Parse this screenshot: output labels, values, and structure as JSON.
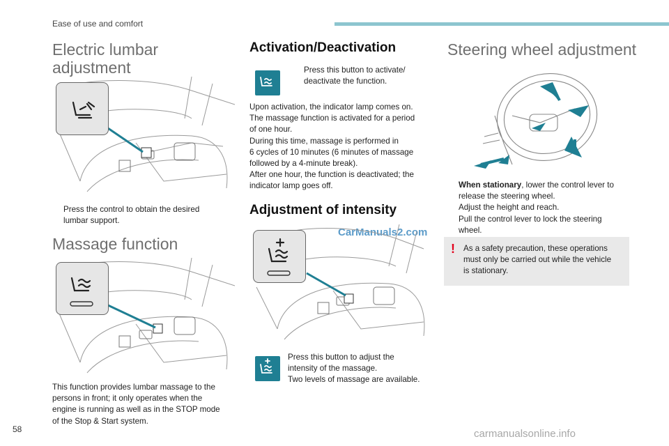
{
  "header": {
    "section": "Ease of use and comfort"
  },
  "page_number": "58",
  "col1": {
    "lumbar_title_1": "Electric lumbar",
    "lumbar_title_2": "adjustment",
    "lumbar_bullet_1": "Press the control to obtain the desired",
    "lumbar_bullet_2": "lumbar support.",
    "massage_title": "Massage function",
    "massage_lines": [
      "This function provides lumbar massage to the",
      "persons in front; it only operates when the",
      "engine is running as well as in the STOP mode",
      "of the Stop & Start system."
    ]
  },
  "col2": {
    "activation_title": "Activation/Deactivation",
    "activation_bullet_1": "Press this button to activate/",
    "activation_bullet_2": "deactivate the function.",
    "activation_lines": [
      "Upon activation, the indicator lamp comes on.",
      "The massage function is activated for a period",
      "of one hour.",
      "During this time, massage is performed in",
      "6 cycles of 10 minutes (6 minutes of massage",
      "followed by a 4-minute break).",
      "After one hour, the function is deactivated; the",
      "indicator lamp goes off."
    ],
    "intensity_title": "Adjustment of intensity",
    "intensity_lines": [
      "Press this button to adjust the",
      "intensity of the massage.",
      "Two levels of massage are available."
    ]
  },
  "col3": {
    "steering_title": "Steering wheel adjustment",
    "step1_bold": "When stationary",
    "step1_rest": ", lower the control lever to",
    "step1_line2": "release the steering wheel.",
    "step2": "Adjust the height and reach.",
    "step3_line1": "Pull the control lever to lock the steering",
    "step3_line2": "wheel.",
    "warning_mark": "!",
    "warning_lines": [
      "As a safety precaution, these operations",
      "must only be carried out while the vehicle",
      "is stationary."
    ]
  },
  "bullet_symbol": "",
  "watermark": "CarManuals2.com",
  "footer_watermark": "carmanualsonline.info",
  "colors": {
    "accent_teal": "#1f7f93",
    "header_bar": "#8cc5cf",
    "warning_red": "#e3001b",
    "warning_bg": "#e9e9e9"
  }
}
